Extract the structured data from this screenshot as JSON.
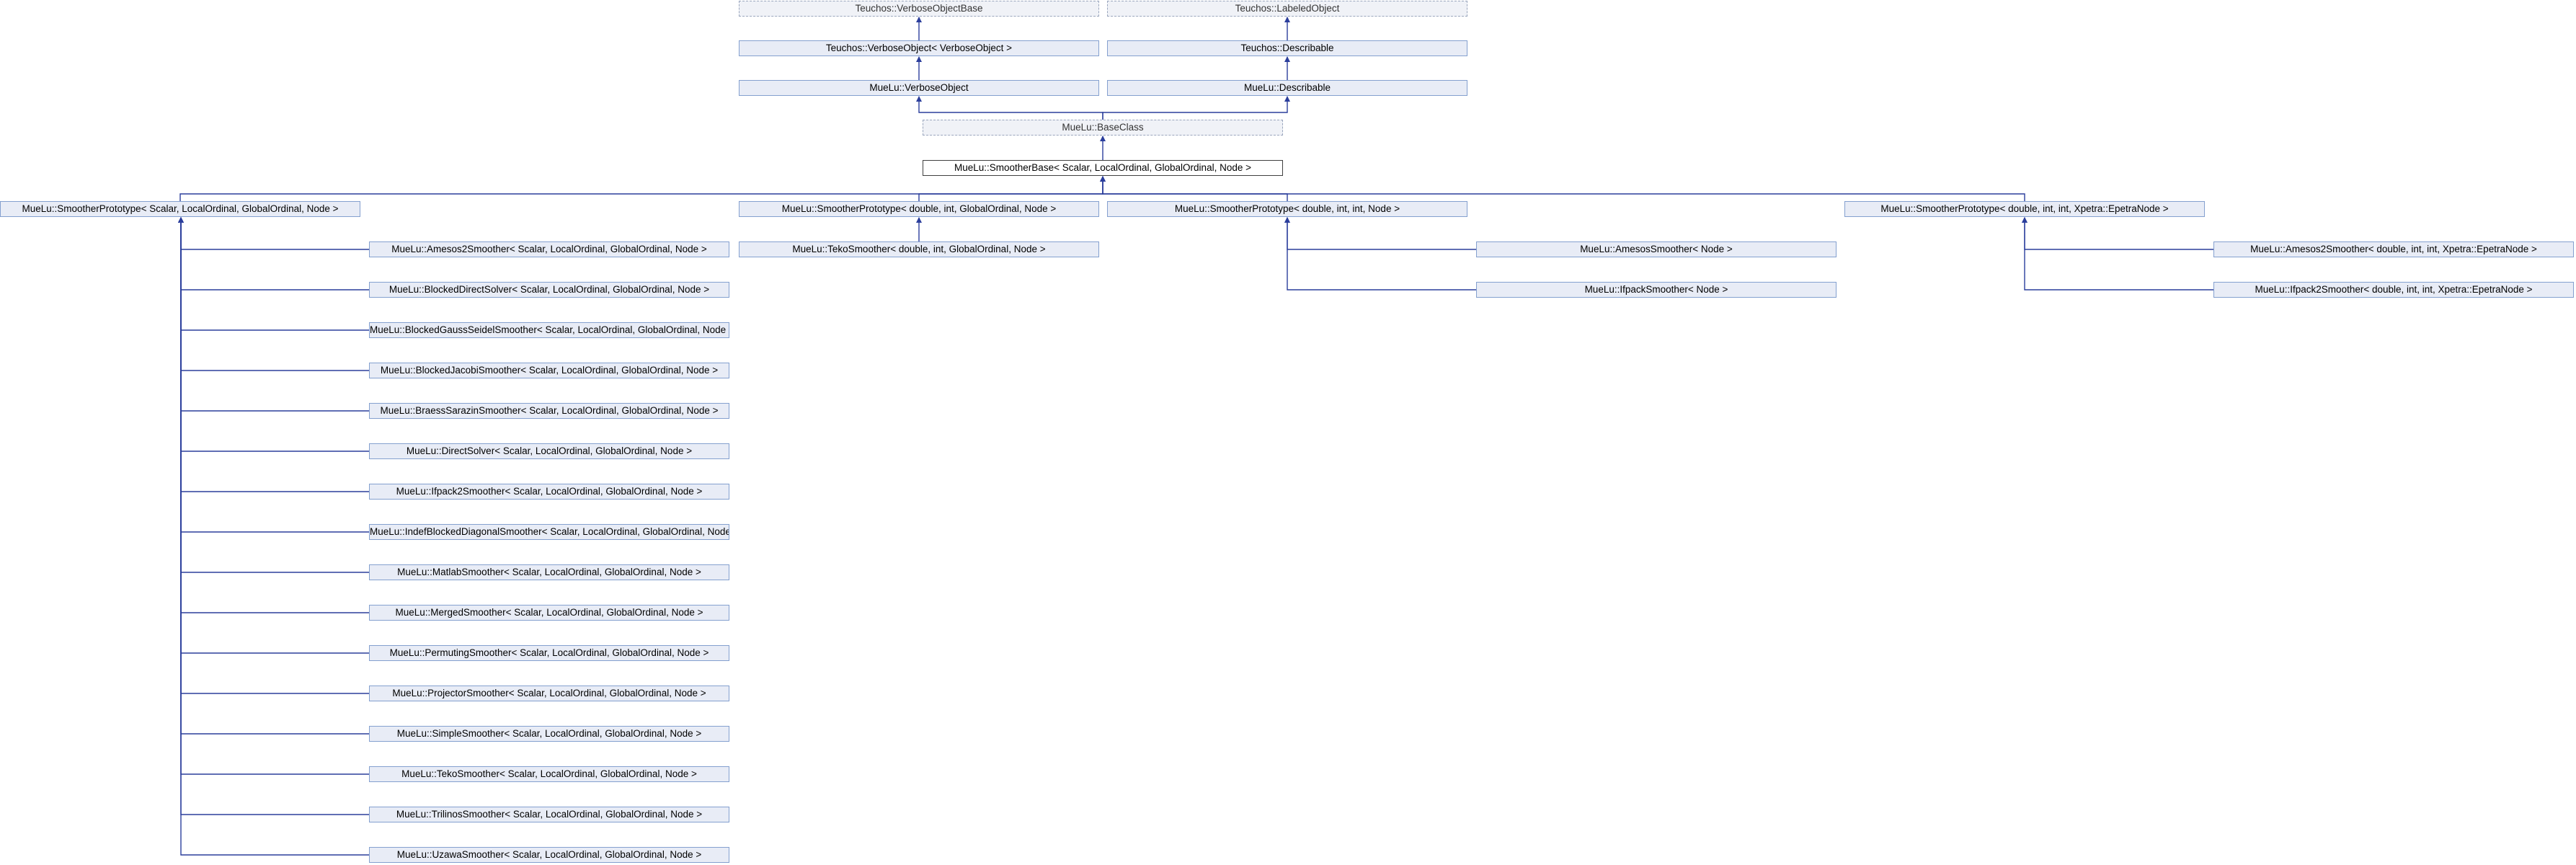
{
  "edge_color": "#2b3e9c",
  "node_fill": "#e8ecf6",
  "node_border": "#84a0cf",
  "nodes": [
    {
      "id": "verbose_object_base",
      "label": "Teuchos::VerboseObjectBase",
      "style": "dashed"
    },
    {
      "id": "labeled_object",
      "label": "Teuchos::LabeledObject",
      "style": "dashed"
    },
    {
      "id": "teuchos_verbose_object",
      "label": "Teuchos::VerboseObject< VerboseObject >",
      "style": "normal"
    },
    {
      "id": "teuchos_describable",
      "label": "Teuchos::Describable",
      "style": "normal"
    },
    {
      "id": "muelu_verbose_object",
      "label": "MueLu::VerboseObject",
      "style": "normal"
    },
    {
      "id": "muelu_describable",
      "label": "MueLu::Describable",
      "style": "normal"
    },
    {
      "id": "base_class",
      "label": "MueLu::BaseClass",
      "style": "dashed"
    },
    {
      "id": "smoother_base",
      "label": "MueLu::SmootherBase< Scalar, LocalOrdinal, GlobalOrdinal, Node >",
      "style": "current"
    },
    {
      "id": "proto_generic",
      "label": "MueLu::SmootherPrototype< Scalar, LocalOrdinal, GlobalOrdinal, Node >",
      "style": "normal"
    },
    {
      "id": "proto_double_go",
      "label": "MueLu::SmootherPrototype< double, int, GlobalOrdinal, Node >",
      "style": "normal"
    },
    {
      "id": "proto_double_int",
      "label": "MueLu::SmootherPrototype< double, int, int, Node >",
      "style": "normal"
    },
    {
      "id": "proto_epetra",
      "label": "MueLu::SmootherPrototype< double, int, int, Xpetra::EpetraNode >",
      "style": "normal"
    },
    {
      "id": "amesos2",
      "label": "MueLu::Amesos2Smoother< Scalar, LocalOrdinal, GlobalOrdinal, Node >",
      "style": "normal"
    },
    {
      "id": "teko_double",
      "label": "MueLu::TekoSmoother< double, int, GlobalOrdinal, Node >",
      "style": "normal"
    },
    {
      "id": "amesos",
      "label": "MueLu::AmesosSmoother< Node >",
      "style": "normal"
    },
    {
      "id": "amesos2_epetra",
      "label": "MueLu::Amesos2Smoother< double, int, int, Xpetra::EpetraNode >",
      "style": "normal"
    },
    {
      "id": "blocked_direct",
      "label": "MueLu::BlockedDirectSolver< Scalar, LocalOrdinal, GlobalOrdinal, Node >",
      "style": "normal"
    },
    {
      "id": "ifpack",
      "label": "MueLu::IfpackSmoother< Node >",
      "style": "normal"
    },
    {
      "id": "ifpack2_epetra",
      "label": "MueLu::Ifpack2Smoother< double, int, int, Xpetra::EpetraNode >",
      "style": "normal"
    },
    {
      "id": "blocked_gs",
      "label": "MueLu::BlockedGaussSeidelSmoother< Scalar, LocalOrdinal, GlobalOrdinal, Node >",
      "style": "normal"
    },
    {
      "id": "blocked_jacobi",
      "label": "MueLu::BlockedJacobiSmoother< Scalar, LocalOrdinal, GlobalOrdinal, Node >",
      "style": "normal"
    },
    {
      "id": "braess",
      "label": "MueLu::BraessSarazinSmoother< Scalar, LocalOrdinal, GlobalOrdinal, Node >",
      "style": "normal"
    },
    {
      "id": "direct",
      "label": "MueLu::DirectSolver< Scalar, LocalOrdinal, GlobalOrdinal, Node >",
      "style": "normal"
    },
    {
      "id": "ifpack2",
      "label": "MueLu::Ifpack2Smoother< Scalar, LocalOrdinal, GlobalOrdinal, Node >",
      "style": "normal"
    },
    {
      "id": "indef",
      "label": "MueLu::IndefBlockedDiagonalSmoother< Scalar, LocalOrdinal, GlobalOrdinal, Node >",
      "style": "normal"
    },
    {
      "id": "matlab",
      "label": "MueLu::MatlabSmoother< Scalar, LocalOrdinal, GlobalOrdinal, Node >",
      "style": "normal"
    },
    {
      "id": "merged",
      "label": "MueLu::MergedSmoother< Scalar, LocalOrdinal, GlobalOrdinal, Node >",
      "style": "normal"
    },
    {
      "id": "permuting",
      "label": "MueLu::PermutingSmoother< Scalar, LocalOrdinal, GlobalOrdinal, Node >",
      "style": "normal"
    },
    {
      "id": "projector",
      "label": "MueLu::ProjectorSmoother< Scalar, LocalOrdinal, GlobalOrdinal, Node >",
      "style": "normal"
    },
    {
      "id": "simple",
      "label": "MueLu::SimpleSmoother< Scalar, LocalOrdinal, GlobalOrdinal, Node >",
      "style": "normal"
    },
    {
      "id": "teko",
      "label": "MueLu::TekoSmoother< Scalar, LocalOrdinal, GlobalOrdinal, Node >",
      "style": "normal"
    },
    {
      "id": "trilinos",
      "label": "MueLu::TrilinosSmoother< Scalar, LocalOrdinal, GlobalOrdinal, Node >",
      "style": "normal"
    },
    {
      "id": "uzawa",
      "label": "MueLu::UzawaSmoother< Scalar, LocalOrdinal, GlobalOrdinal, Node >",
      "style": "normal"
    }
  ],
  "edges": [
    {
      "child": "teuchos_verbose_object",
      "parent": "verbose_object_base"
    },
    {
      "child": "teuchos_describable",
      "parent": "labeled_object"
    },
    {
      "child": "muelu_verbose_object",
      "parent": "teuchos_verbose_object"
    },
    {
      "child": "muelu_describable",
      "parent": "teuchos_describable"
    },
    {
      "child": "base_class",
      "parent": "muelu_verbose_object"
    },
    {
      "child": "base_class",
      "parent": "muelu_describable"
    },
    {
      "child": "smoother_base",
      "parent": "base_class"
    },
    {
      "child": "proto_generic",
      "parent": "smoother_base"
    },
    {
      "child": "proto_double_go",
      "parent": "smoother_base"
    },
    {
      "child": "proto_double_int",
      "parent": "smoother_base"
    },
    {
      "child": "proto_epetra",
      "parent": "smoother_base"
    },
    {
      "child": "teko_double",
      "parent": "proto_double_go"
    },
    {
      "child": "amesos",
      "parent": "proto_double_int"
    },
    {
      "child": "ifpack",
      "parent": "proto_double_int"
    },
    {
      "child": "amesos2_epetra",
      "parent": "proto_epetra"
    },
    {
      "child": "ifpack2_epetra",
      "parent": "proto_epetra"
    },
    {
      "child": "amesos2",
      "parent": "proto_generic"
    },
    {
      "child": "blocked_direct",
      "parent": "proto_generic"
    },
    {
      "child": "blocked_gs",
      "parent": "proto_generic"
    },
    {
      "child": "blocked_jacobi",
      "parent": "proto_generic"
    },
    {
      "child": "braess",
      "parent": "proto_generic"
    },
    {
      "child": "direct",
      "parent": "proto_generic"
    },
    {
      "child": "ifpack2",
      "parent": "proto_generic"
    },
    {
      "child": "indef",
      "parent": "proto_generic"
    },
    {
      "child": "matlab",
      "parent": "proto_generic"
    },
    {
      "child": "merged",
      "parent": "proto_generic"
    },
    {
      "child": "permuting",
      "parent": "proto_generic"
    },
    {
      "child": "projector",
      "parent": "proto_generic"
    },
    {
      "child": "simple",
      "parent": "proto_generic"
    },
    {
      "child": "teko",
      "parent": "proto_generic"
    },
    {
      "child": "trilinos",
      "parent": "proto_generic"
    },
    {
      "child": "uzawa",
      "parent": "proto_generic"
    }
  ]
}
